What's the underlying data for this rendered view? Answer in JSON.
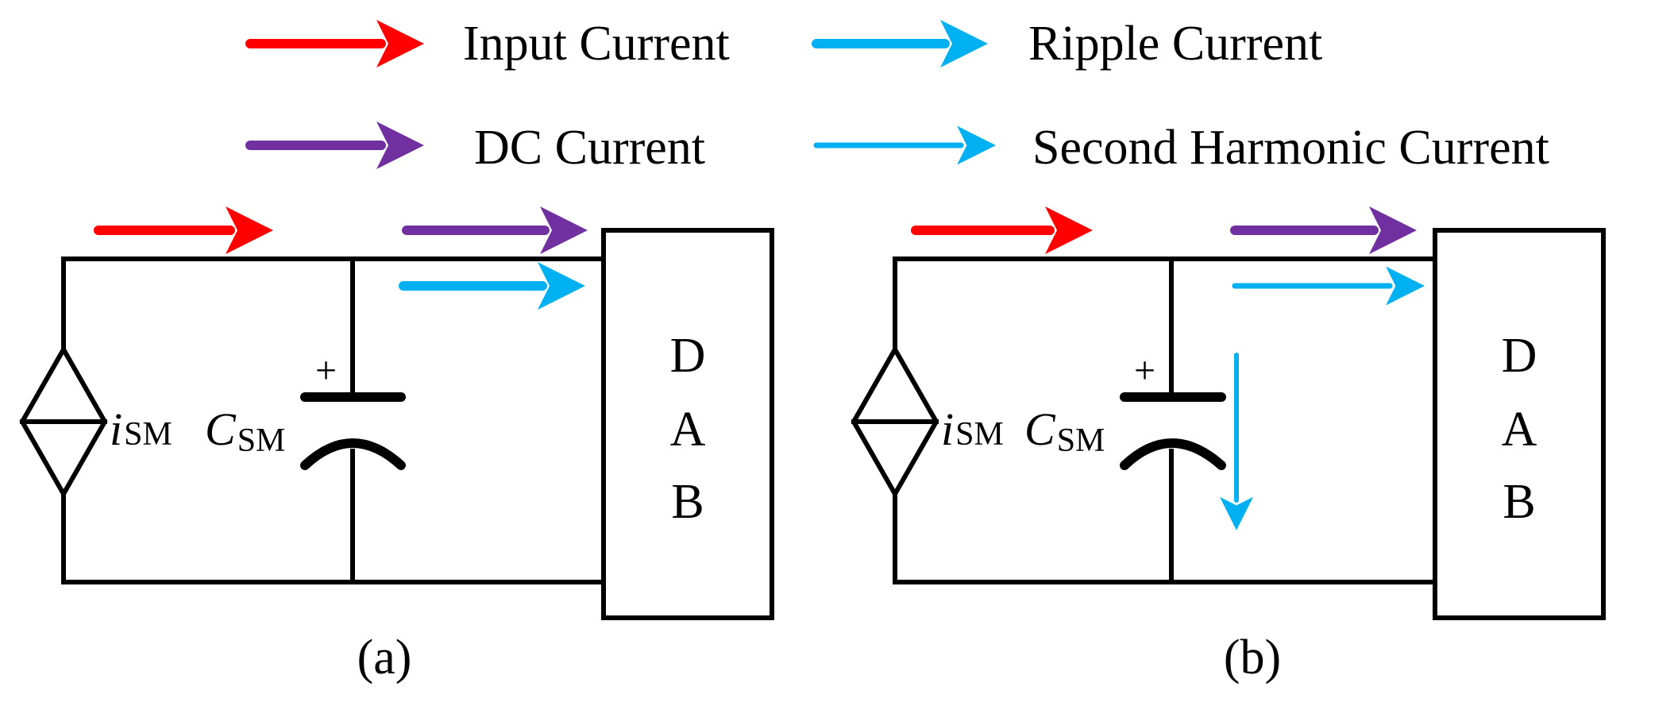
{
  "colors": {
    "input_current": "#ff0000",
    "dc_current": "#7030a0",
    "ripple_current": "#00b0f0",
    "second_harmonic_current": "#00b0f0",
    "wire": "#000000"
  },
  "legend": {
    "input_current": "Input Current",
    "ripple_current": "Ripple Current",
    "dc_current": "DC Current",
    "second_harmonic_current": "Second Harmonic Current"
  },
  "circuit_a": {
    "source_symbol": "i",
    "source_subscript": "SM",
    "capacitor_symbol": "C",
    "capacitor_subscript": "SM",
    "capacitor_polarity": "+",
    "block_letters": [
      "D",
      "A",
      "B"
    ],
    "caption": "(a)"
  },
  "circuit_b": {
    "source_symbol": "i",
    "source_subscript": "SM",
    "capacitor_symbol": "C",
    "capacitor_subscript": "SM",
    "capacitor_polarity": "+",
    "block_letters": [
      "D",
      "A",
      "B"
    ],
    "caption": "(b)"
  }
}
